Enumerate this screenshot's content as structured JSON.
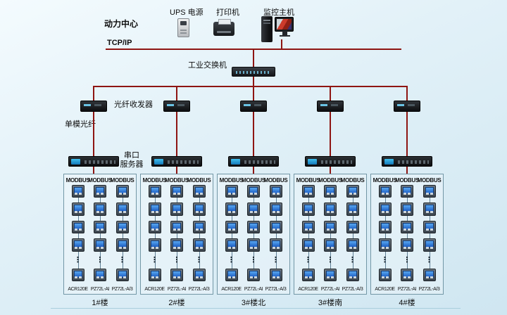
{
  "page": {
    "title_label": "动力中心",
    "tcp_label": "TCP/IP",
    "switch_label": "工业交换机",
    "fiber_transceiver_label": "光纤收发器",
    "fiber_mode_label": "单模光纤",
    "serial_server_label_line1": "串口",
    "serial_server_label_line2": "服务器",
    "ellipsis": "⋮"
  },
  "top_devices": [
    {
      "label": "UPS 电源",
      "icon": "ups-icon"
    },
    {
      "label": "打印机",
      "icon": "printer-icon"
    },
    {
      "label": "监控主机",
      "icon": "monitor-host-icon"
    }
  ],
  "groups": [
    {
      "name": "1#楼",
      "bus_labels": [
        "MODBUS",
        "MODBUS",
        "MODBUS"
      ],
      "meter_labels": [
        "ACR120E",
        "PZ72L-AI",
        "PZ72L-A/3"
      ]
    },
    {
      "name": "2#楼",
      "bus_labels": [
        "MODBUS",
        "MODBUS",
        "MODBUS"
      ],
      "meter_labels": [
        "ACR120E",
        "PZ72L-AI",
        "PZ72L-A/3"
      ]
    },
    {
      "name": "3#楼北",
      "bus_labels": [
        "MODBUS",
        "MODBUS",
        "MODBUS"
      ],
      "meter_labels": [
        "ACR120E",
        "PZ72L-AI",
        "PZ72L-A/3"
      ]
    },
    {
      "name": "3#楼南",
      "bus_labels": [
        "MODBUS",
        "MODBUS",
        "MODBUS"
      ],
      "meter_labels": [
        "ACR120E",
        "PZ72L-AI",
        "PZ72L-A/3"
      ]
    },
    {
      "name": "4#楼",
      "bus_labels": [
        "MODBUS",
        "MODBUS",
        "MODBUS"
      ],
      "meter_labels": [
        "ACR120E",
        "PZ72L-AI",
        "PZ72L-A/3"
      ]
    }
  ]
}
